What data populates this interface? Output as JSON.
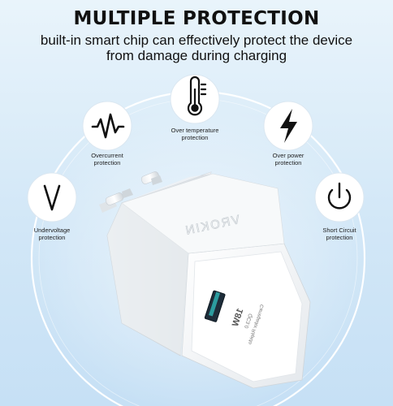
{
  "header": {
    "title": "MULTIPLE PROTECTION",
    "subtitle_line1": "built-in smart chip can effectively protect the device",
    "subtitle_line2": "from damage during charging"
  },
  "features": [
    {
      "icon": "thermometer-icon",
      "line1": "Over temperature",
      "line2": "protection"
    },
    {
      "icon": "pulse-wave-icon",
      "line1": "Overcurrent",
      "line2": "protection"
    },
    {
      "icon": "lightning-bolt-icon",
      "line1": "Over power",
      "line2": "protection"
    },
    {
      "icon": "letter-v-icon",
      "line1": "Undervoltage",
      "line2": "protection"
    },
    {
      "icon": "power-symbol-icon",
      "line1": "Short Circuit",
      "line2": "protection"
    }
  ],
  "charger": {
    "brand": "VROKIN",
    "port_rating": "18W",
    "port_line1": "QC3.0",
    "port_line2": "Carregador Rápido"
  },
  "colors": {
    "background_top": "#e9f4fb",
    "background_bottom": "#c6e0f5",
    "ring": "#ffffff",
    "icon": "#111111"
  }
}
